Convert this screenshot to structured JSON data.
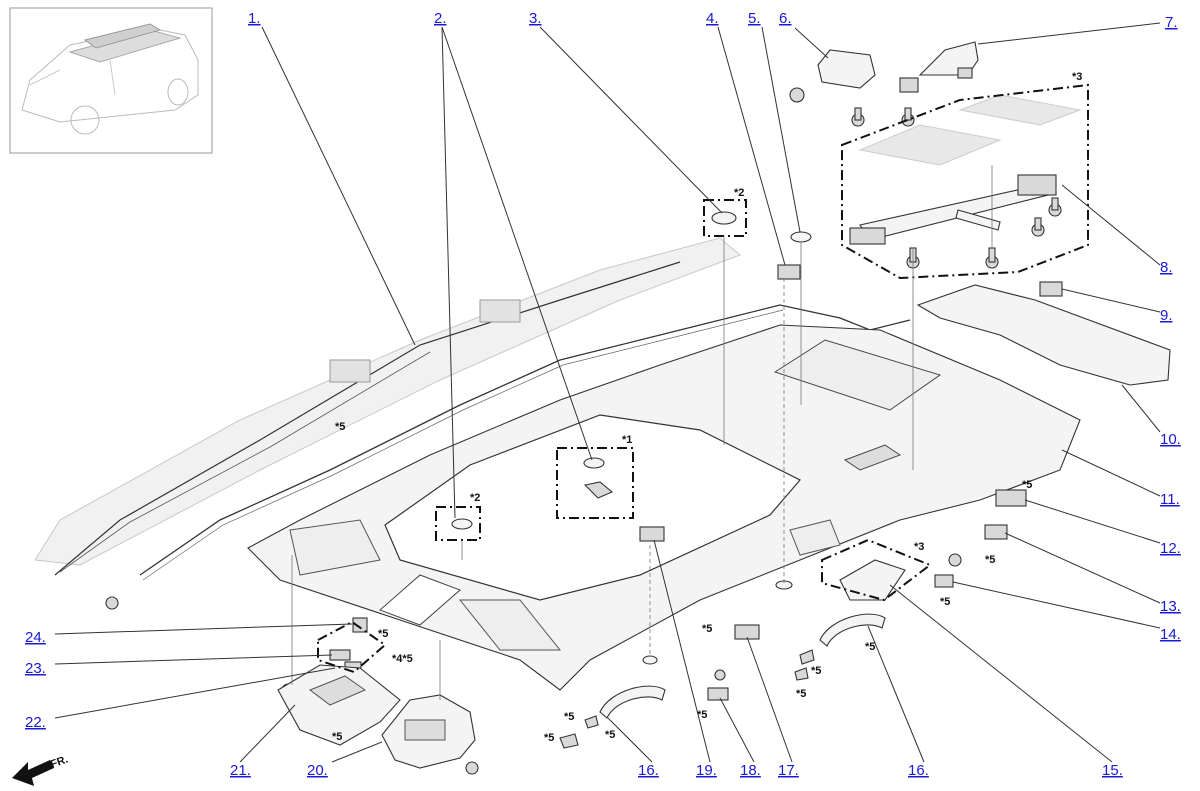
{
  "callouts": [
    {
      "id": "c1",
      "text": "1."
    },
    {
      "id": "c2",
      "text": "2."
    },
    {
      "id": "c3",
      "text": "3."
    },
    {
      "id": "c4",
      "text": "4."
    },
    {
      "id": "c5",
      "text": "5."
    },
    {
      "id": "c6",
      "text": "6."
    },
    {
      "id": "c7",
      "text": "7."
    },
    {
      "id": "c8",
      "text": "8."
    },
    {
      "id": "c9",
      "text": "9."
    },
    {
      "id": "c10",
      "text": "10."
    },
    {
      "id": "c11",
      "text": "11."
    },
    {
      "id": "c12",
      "text": "12."
    },
    {
      "id": "c13",
      "text": "13."
    },
    {
      "id": "c14",
      "text": "14."
    },
    {
      "id": "c15",
      "text": "15."
    },
    {
      "id": "c16a",
      "text": "16."
    },
    {
      "id": "c16b",
      "text": "16."
    },
    {
      "id": "c17",
      "text": "17."
    },
    {
      "id": "c18",
      "text": "18."
    },
    {
      "id": "c19",
      "text": "19."
    },
    {
      "id": "c20",
      "text": "20."
    },
    {
      "id": "c21",
      "text": "21."
    },
    {
      "id": "c22",
      "text": "22."
    },
    {
      "id": "c23",
      "text": "23."
    },
    {
      "id": "c24",
      "text": "24."
    }
  ],
  "notes": {
    "n1": "*1",
    "n2": "*2",
    "n3": "*3",
    "n5": "*5",
    "n45": "*4*5"
  },
  "direction_label": "FR."
}
